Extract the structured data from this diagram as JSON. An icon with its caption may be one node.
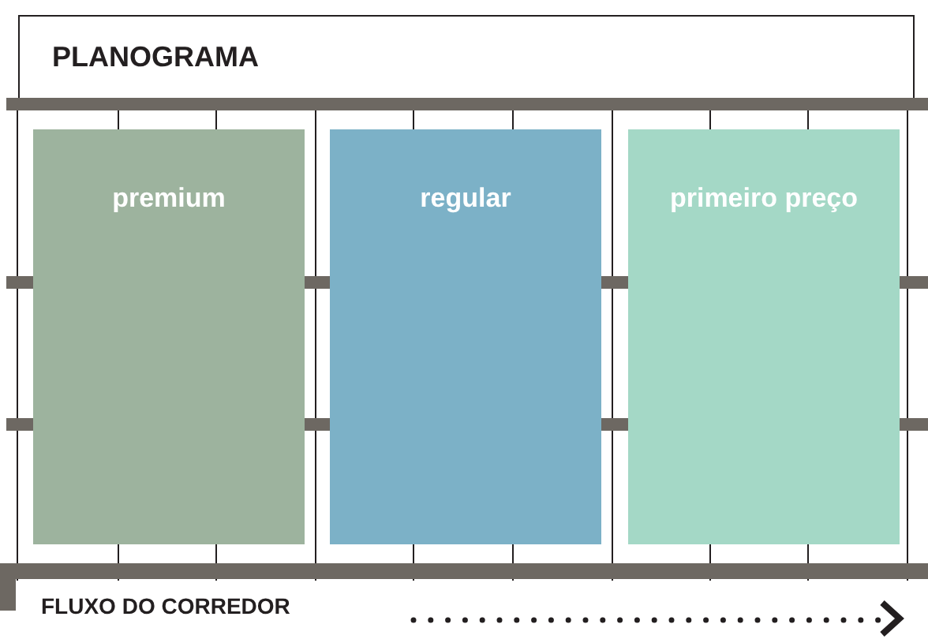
{
  "diagram": {
    "title": "PLANOGRAMA",
    "nodes": [
      {
        "text": [
          "premium"
        ]
      },
      {
        "text": [
          "regular"
        ]
      },
      {
        "text": [
          "primeiro preço"
        ]
      }
    ],
    "labels": [
      "FLUXO DO CORREDOR"
    ]
  }
}
